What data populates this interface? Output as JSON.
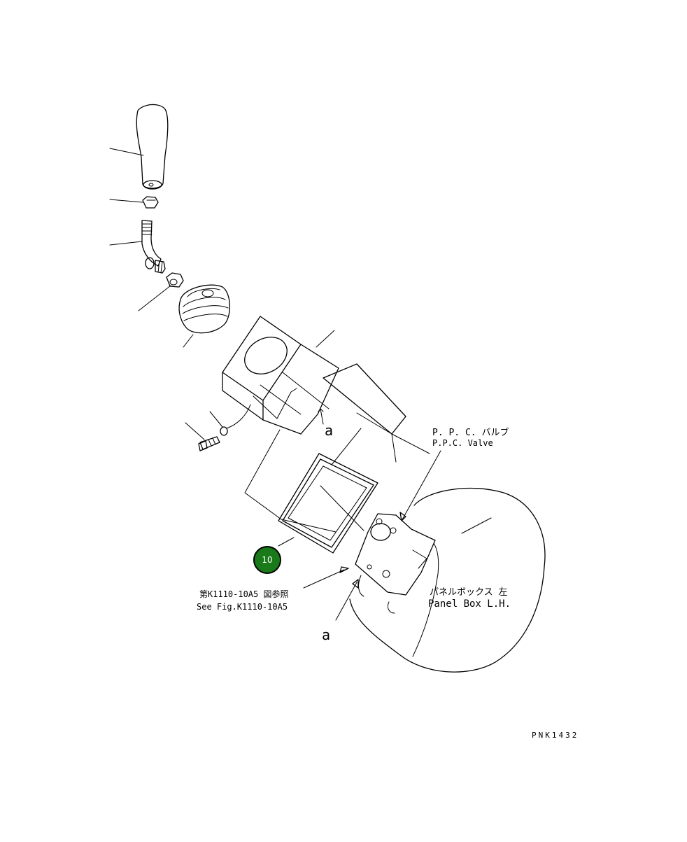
{
  "labels": {
    "ppc_valve_jp": "P. P. C. バルブ",
    "ppc_valve_en": "P.P.C. Valve",
    "ref_jp": "第K1110-10A5 図参照",
    "ref_en": "See Fig.K1110-10A5",
    "panel_jp": "パネルボックス 左",
    "panel_en": "Panel Box L.H.",
    "section_mark_upper": "a",
    "section_mark_lower": "a",
    "drawing_code": "PNK1432"
  },
  "callouts": [
    {
      "number": "10",
      "color": "#1a7a1a"
    }
  ],
  "colors": {
    "line": "#000000",
    "background": "#ffffff",
    "callout_fill": "#1a7a1a",
    "callout_ring": "#000000"
  }
}
